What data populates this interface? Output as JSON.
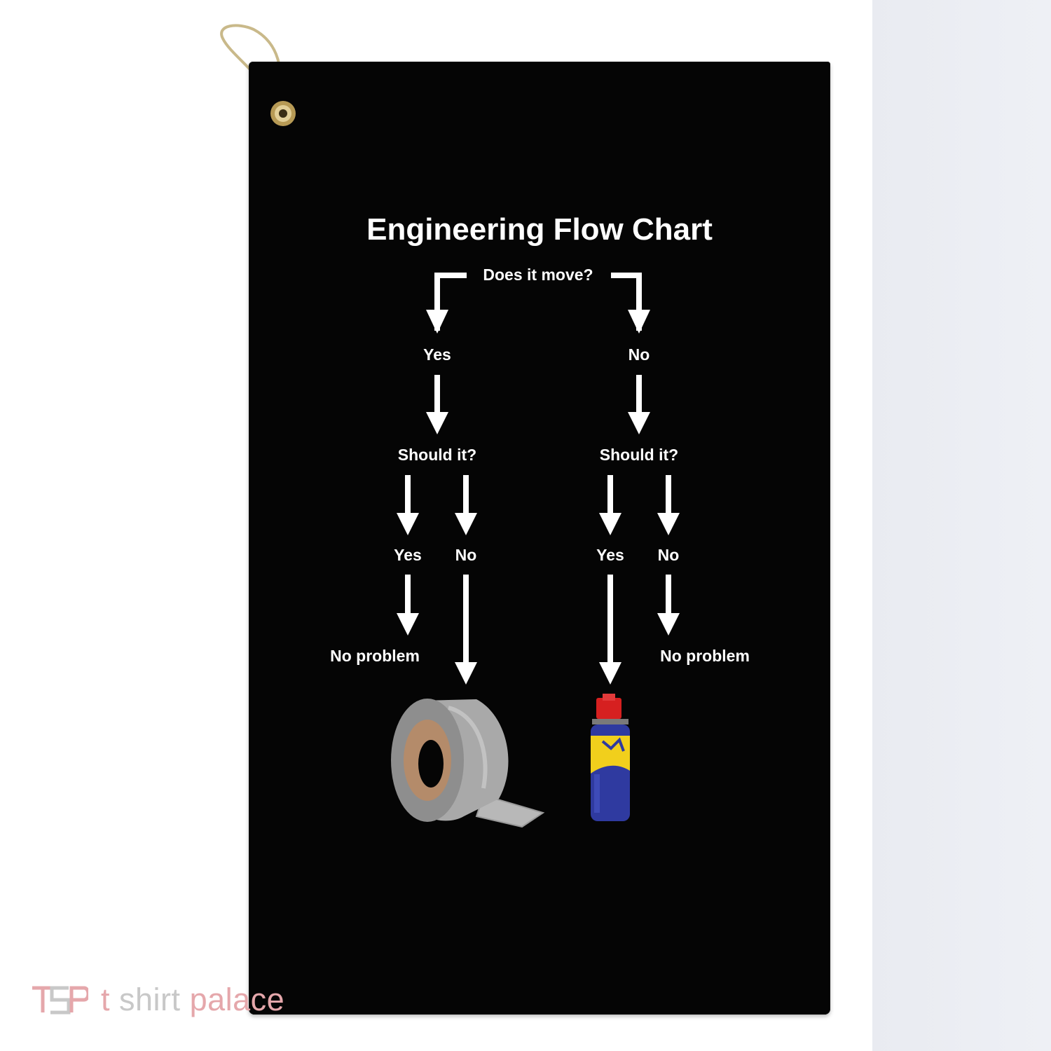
{
  "flow_chart": {
    "title": "Engineering Flow Chart",
    "root_question": "Does it move?",
    "left_branch": {
      "answer": "Yes",
      "question": "Should it?",
      "yes": "Yes",
      "no": "No",
      "yes_outcome": "No problem",
      "no_outcome_icon": "duct-tape-icon"
    },
    "right_branch": {
      "answer": "No",
      "question": "Should it?",
      "yes": "Yes",
      "no": "No",
      "yes_outcome_icon": "lubricant-spray-can-icon",
      "no_outcome": "No problem"
    }
  },
  "watermark": {
    "logo_letters": "TSP",
    "word_t": "t",
    "word_shirt": "shirt",
    "word_palace": "palace"
  },
  "colors": {
    "towel": "#050505",
    "text": "#ffffff",
    "watermark_pink": "#e5a7ab",
    "watermark_gray": "#c8c8c8"
  }
}
